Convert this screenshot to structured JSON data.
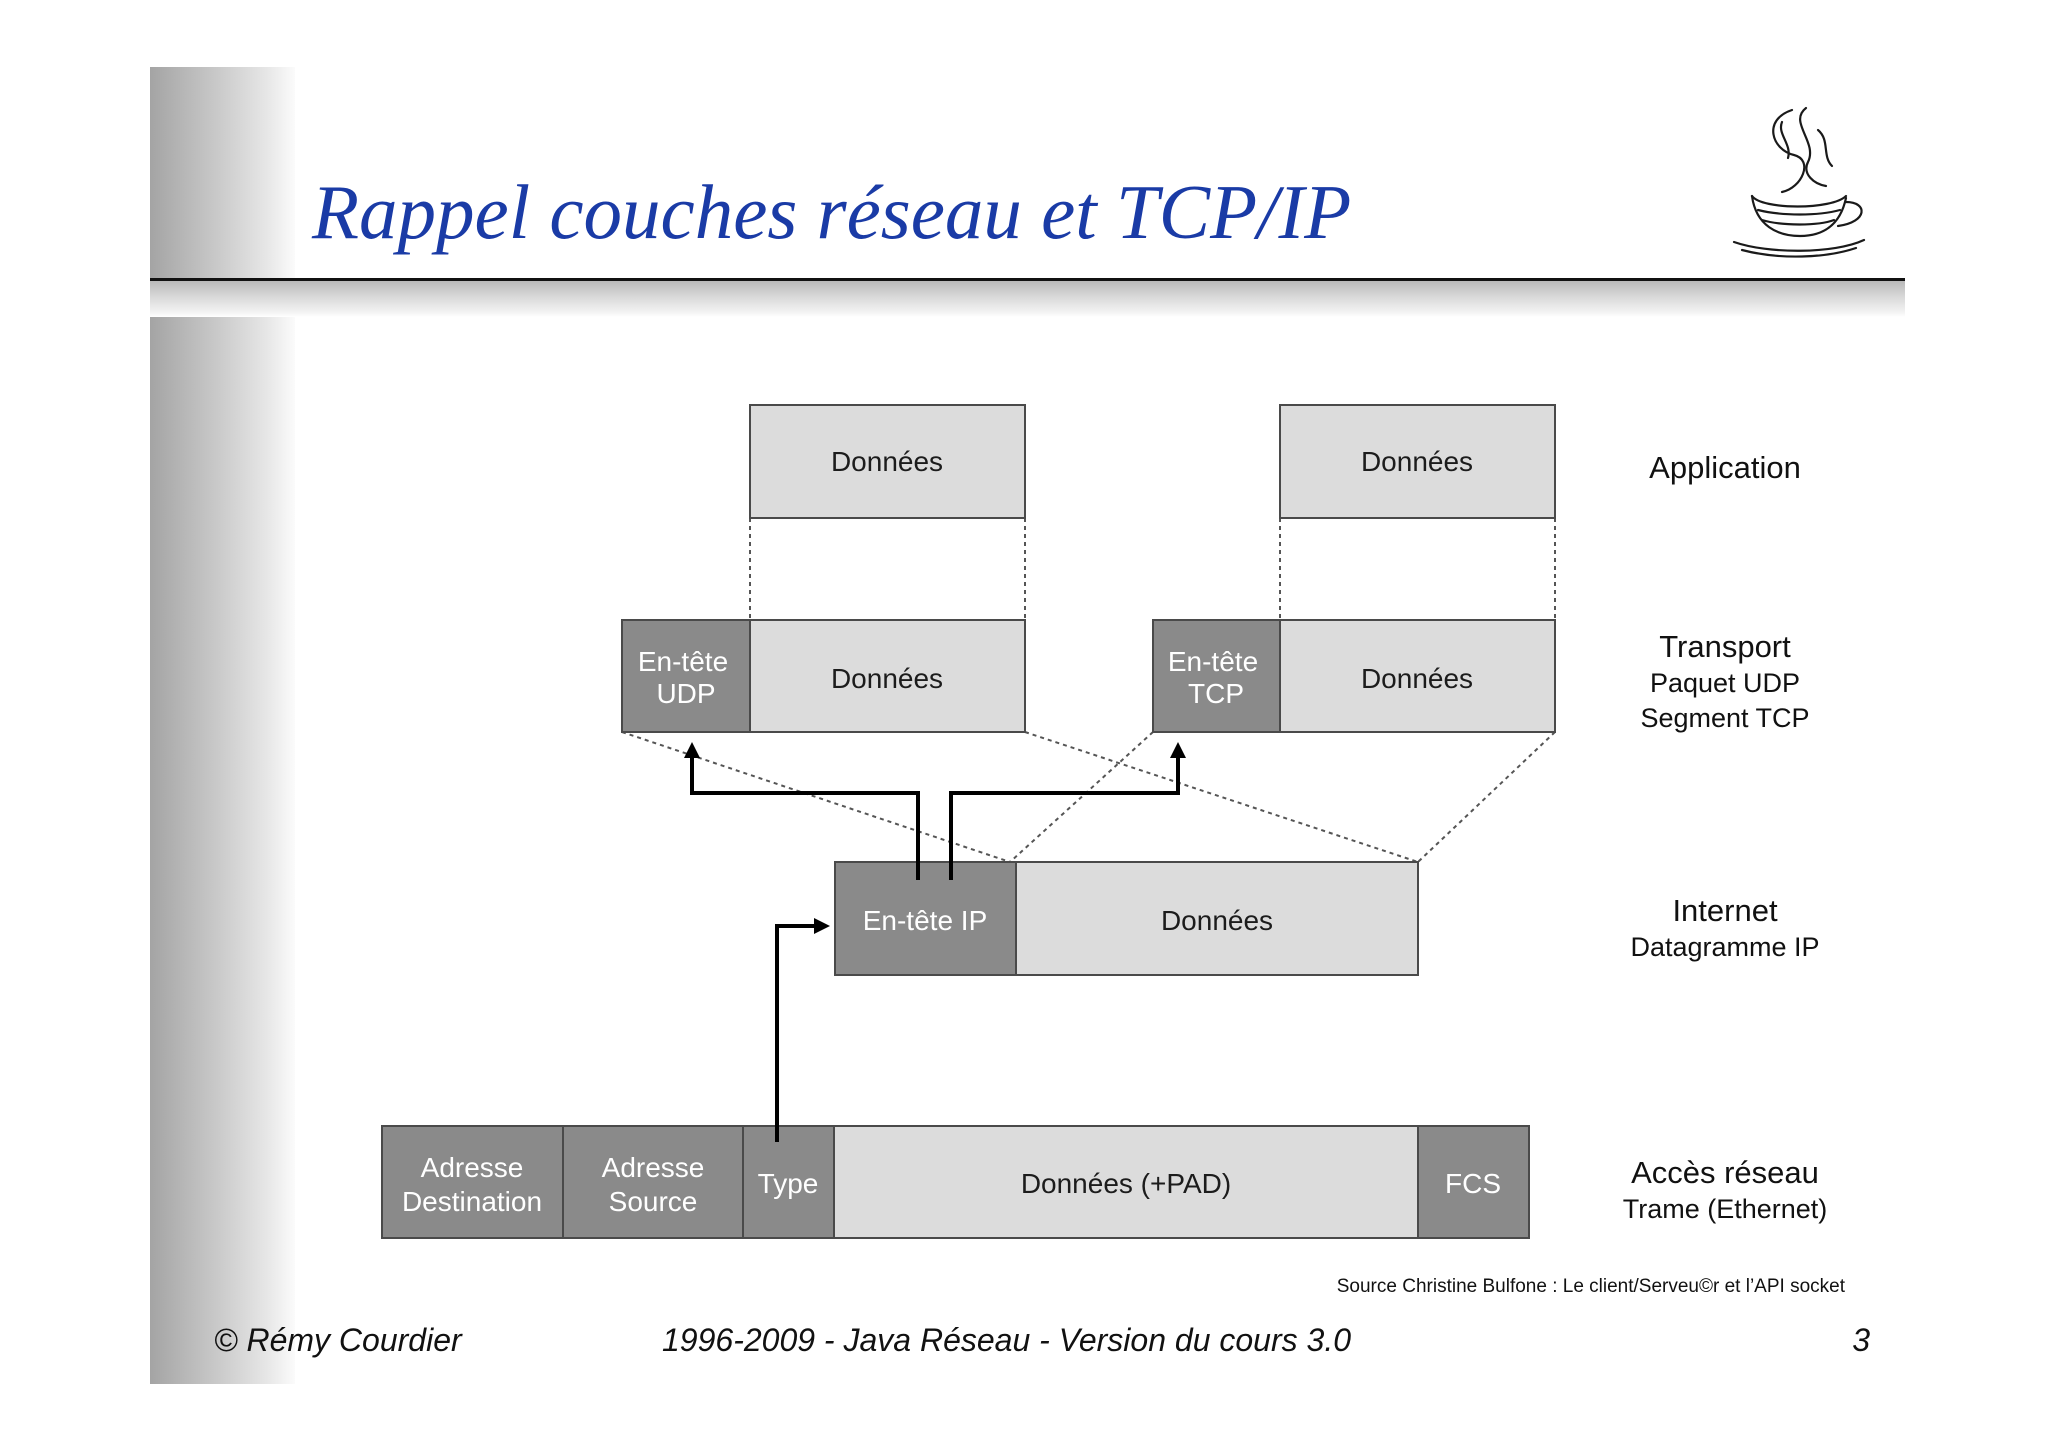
{
  "slide": {
    "title": "Rappel couches réseau et TCP/IP",
    "source_note": "Source  Christine Bulfone : Le client/Serveu©r et l’API socket",
    "footer": {
      "author": "© Rémy Courdier",
      "course": "1996-2009 - Java Réseau - Version du cours 3.0",
      "page_number": "3"
    },
    "logo_icon": "java-coffee-cup-icon"
  },
  "colors": {
    "title_blue": "#1a3ba6",
    "header_fill": "#8a8a8a",
    "data_fill": "#dcdcdc",
    "box_stroke": "#4a4a4a"
  },
  "diagram": {
    "layers": {
      "application": {
        "name": "Application"
      },
      "transport": {
        "name": "Transport",
        "sub1": "Paquet UDP",
        "sub2": "Segment TCP"
      },
      "internet": {
        "name": "Internet",
        "sub1": "Datagramme IP"
      },
      "access": {
        "name": "Accès réseau",
        "sub1": "Trame (Ethernet)"
      }
    },
    "application_udp_data": "Données",
    "application_tcp_data": "Données",
    "udp_header": {
      "line1": "En-tête",
      "line2": "UDP"
    },
    "udp_data": "Données",
    "tcp_header": {
      "line1": "En-tête",
      "line2": "TCP"
    },
    "tcp_data": "Données",
    "ip_header": "En-tête IP",
    "ip_data": "Données",
    "frame": {
      "dest": {
        "line1": "Adresse",
        "line2": "Destination"
      },
      "src": {
        "line1": "Adresse",
        "line2": "Source"
      },
      "type": "Type",
      "data": "Données (+PAD)",
      "fcs": "FCS"
    }
  }
}
